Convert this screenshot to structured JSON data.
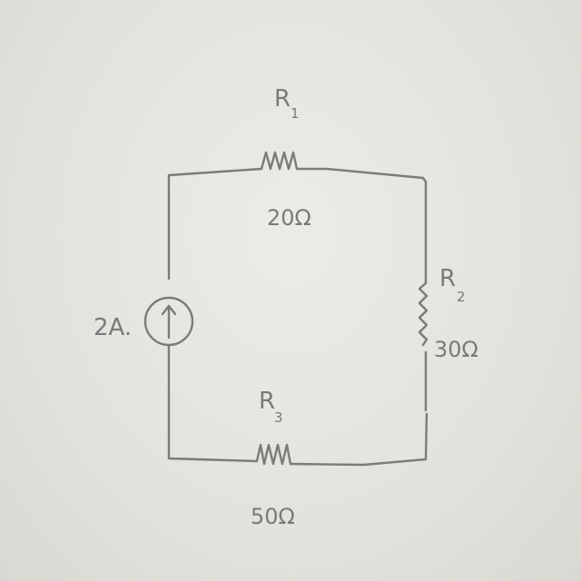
{
  "diagram": {
    "source": {
      "label": "2A."
    },
    "components": [
      {
        "id": "r1",
        "name": "R1",
        "letter": "R",
        "subscript": "1",
        "value": "20Ω"
      },
      {
        "id": "r2",
        "name": "R2",
        "letter": "R",
        "subscript": "2",
        "value": "30Ω"
      },
      {
        "id": "r3",
        "name": "R3",
        "letter": "R",
        "subscript": "3",
        "value": "50Ω"
      }
    ]
  },
  "colors": {
    "paper": "#e6e5e1",
    "ink": "#7b7b79"
  }
}
